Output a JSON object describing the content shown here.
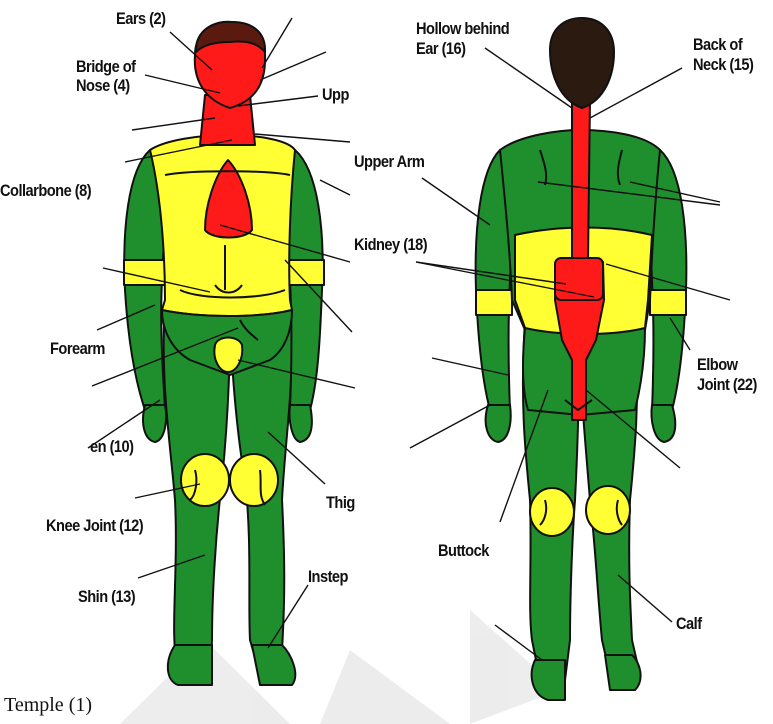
{
  "colors": {
    "green": "#1f8f2e",
    "yellow": "#ffff33",
    "red": "#ff1a1a",
    "hair": "#2b1a10",
    "outline": "#111111",
    "watermark": "#e6e6e6"
  },
  "labels": {
    "ears": "Ears (2)",
    "bridge_nose_1": "Bridge of",
    "bridge_nose_2": "Nose (4)",
    "upp": "Upp",
    "collarbone": "Collarbone (8)",
    "upper_arm": "Upper Arm",
    "forearm": "Forearm",
    "en10": "en (10)",
    "knee_joint": "Knee Joint (12)",
    "thig": "Thig",
    "shin": "Shin (13)",
    "instep": "Instep",
    "hollow_1": "Hollow behind",
    "hollow_2": "Ear (16)",
    "back_neck_1": "Back of",
    "back_neck_2": "Neck (15)",
    "kidney": "Kidney (18)",
    "elbow_1": "Elbow",
    "elbow_2": "Joint (22)",
    "buttock": "Buttock",
    "calf": "Calf"
  },
  "caption": "Temple (1)"
}
